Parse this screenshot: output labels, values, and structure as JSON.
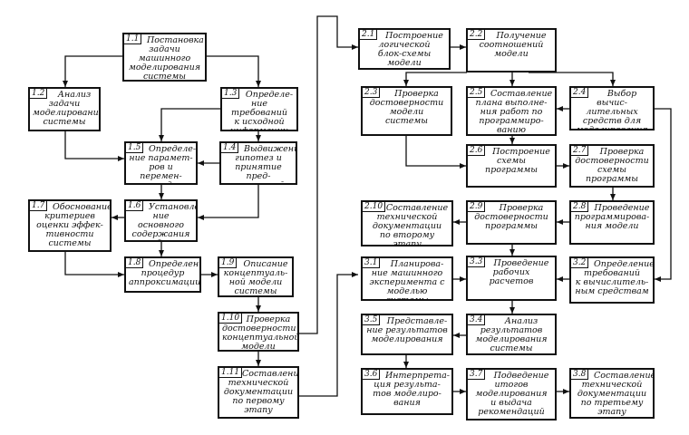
{
  "boxes": {
    "b1_1": {
      "id": "1.1",
      "text": "Постановка\nзадачи\nмашинного\nмоделирования\nсистемы"
    },
    "b1_2": {
      "id": "1.2",
      "text": "Анализ\nзадачи\nмоделирования\nсистемы"
    },
    "b1_3": {
      "id": "1.3",
      "text": "Определе-\nние требований\nк исходной\nинформации"
    },
    "b1_4": {
      "id": "1.4",
      "text": "Выдвижение\nгипотез и\nпринятие пред-\nположений"
    },
    "b1_5": {
      "id": "1.5",
      "text": "Определе-\nние парамет-\nров и перемен-\nных модели"
    },
    "b1_6": {
      "id": "1.6",
      "text": "Установле-\nние основного\nсодержания\nмодели"
    },
    "b1_7": {
      "id": "1.7",
      "text": "Обоснование\nкритериев\nоценки эффек-\nтивности\nсистемы"
    },
    "b1_8": {
      "id": "1.8",
      "text": "Определение\nпроцедур\nаппроксимации"
    },
    "b1_9": {
      "id": "1.9",
      "text": "Описание\nконцептуаль-\nной модели\nсистемы"
    },
    "b1_10": {
      "id": "1.10",
      "text": "Проверка\nдостоверности\nконцептуальной\nмодели"
    },
    "b1_11": {
      "id": "1.11",
      "text": "Составление\nтехнической\nдокументации\nпо первому\nэтапу"
    },
    "b2_1": {
      "id": "2.1",
      "text": "Построение\nлогической\nблок-схемы\nмодели"
    },
    "b2_2": {
      "id": "2.2",
      "text": "Получение\nсоотношений\nмодели"
    },
    "b2_3": {
      "id": "2.3",
      "text": "Проверка\nдостоверности\nмодели\nсистемы"
    },
    "b2_4": {
      "id": "2.4",
      "text": "Выбор вычис-\nлительных\nсредств для\nмоделирования"
    },
    "b2_5": {
      "id": "2.5",
      "text": "Составление\nплана выполне-\nния работ по\nпрограммиро-\nванию"
    },
    "b2_6": {
      "id": "2.6",
      "text": "Построение\nсхемы\nпрограммы"
    },
    "b2_7": {
      "id": "2.7",
      "text": "Проверка\nдостоверности\nсхемы\nпрограммы"
    },
    "b2_8": {
      "id": "2.8",
      "text": "Проведение\nпрограммирова-\nния модели"
    },
    "b2_9": {
      "id": "2.9",
      "text": "Проверка\nдостоверности\nпрограммы"
    },
    "b2_10": {
      "id": "2.10",
      "text": "Составление\nтехнической\nдокументации\nпо второму\nэтапу"
    },
    "b3_1": {
      "id": "3.1",
      "text": "Планирова-\nние машинного\nэксперимента с\nмоделью системы"
    },
    "b3_2": {
      "id": "3.2",
      "text": "Определение\nтребований\nк вычислитель-\nным средствам"
    },
    "b3_3": {
      "id": "3.3",
      "text": "Проведение\nрабочих\nрасчетов"
    },
    "b3_4": {
      "id": "3.4",
      "text": "Анализ\nрезультатов\nмоделирования\nсистемы"
    },
    "b3_5": {
      "id": "3.5",
      "text": "Представле-\nние результатов\nмоделирования"
    },
    "b3_6": {
      "id": "3.6",
      "text": "Интерпрета-\nция результа-\nтов моделиро-\nвания"
    },
    "b3_7": {
      "id": "3.7",
      "text": "Подведение\nитогов\nмоделирования\nи выдача\nрекомендаций"
    },
    "b3_8": {
      "id": "3.8",
      "text": "Составление\nтехнической\nдокументации\nпо третьему\nэтапу"
    }
  }
}
